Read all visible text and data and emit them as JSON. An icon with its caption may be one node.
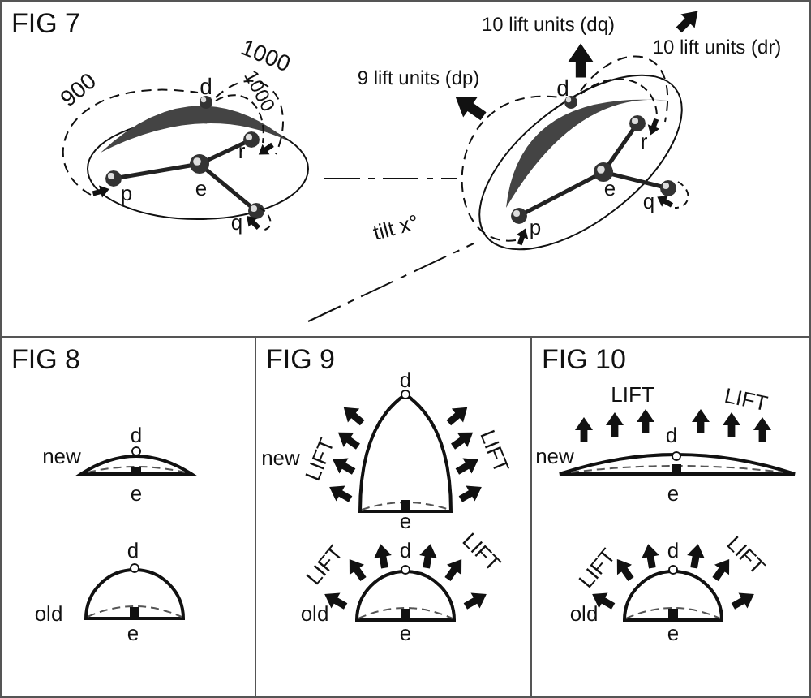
{
  "diagram": {
    "nodes": [
      {
        "text": [
          "FIG 7"
        ]
      },
      {
        "text": [
          "FIG 8"
        ]
      },
      {
        "text": [
          "FIG 9"
        ]
      },
      {
        "text": [
          "FIG 10"
        ]
      }
    ],
    "labels": [
      "900",
      "1000",
      "1000",
      "d",
      "r",
      "p",
      "e",
      "q",
      "10 lift units (dq)",
      "10 lift units (dr)",
      "9 lift units (dp)",
      "d",
      "r",
      "e",
      "q",
      "p",
      "tilt x°",
      "d",
      "new",
      "e",
      "d",
      "old",
      "e",
      "d",
      "new",
      "LIFT",
      "LIFT",
      "e",
      "LIFT",
      "d",
      "LIFT",
      "old",
      "e",
      "LIFT",
      "LIFT",
      "d",
      "new",
      "e",
      "LIFT",
      "d",
      "LIFT",
      "old",
      "e"
    ]
  }
}
